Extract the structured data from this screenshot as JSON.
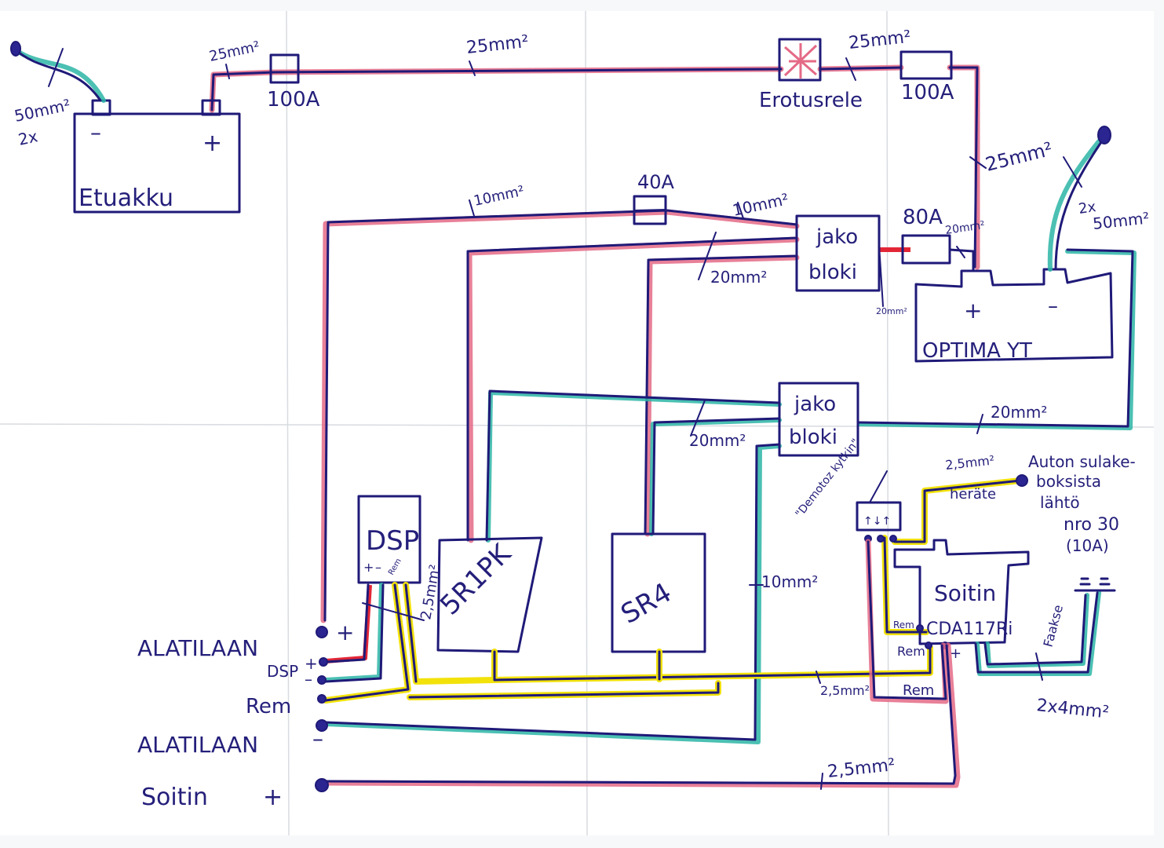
{
  "diagram": {
    "title": "Car audio wiring diagram (hand-drawn)",
    "components": {
      "front_battery": {
        "label": "Etuakku",
        "pos": "+",
        "neg": "–",
        "ground_cable": "50mm²",
        "ground_count": "2x"
      },
      "optima_battery": {
        "label": "OPTIMA YT",
        "pos": "+",
        "neg": "–",
        "ground_cable_count": "2x",
        "ground_cable": "50mm²"
      },
      "isolator_relay": {
        "label": "Erotusrele"
      },
      "fuse_front": {
        "label": "100A"
      },
      "fuse_rear": {
        "label": "100A"
      },
      "fuse_40": {
        "label": "40A"
      },
      "fuse_80": {
        "label": "80A"
      },
      "jako_blok_pos": {
        "line1": "jako",
        "line2": "bloki"
      },
      "jako_blok_neg": {
        "line1": "jako",
        "line2": "bloki"
      },
      "dsp": {
        "label": "DSP",
        "pin_pos": "+",
        "pin_neg": "–",
        "pin_rem": "Rem",
        "cable": "2,5mm²"
      },
      "amp1": {
        "label": "5R1PK"
      },
      "amp2": {
        "label": "SR4"
      },
      "head_unit": {
        "line1": "Soitin",
        "line2": "CDA117Ri",
        "rem_in": "Rem",
        "rem_out": "Rem",
        "pos": "+"
      },
      "demo_switch": {
        "label": "\"Demotoz kytkin\""
      },
      "fuse_box_source": {
        "line1": "Auton sulake-",
        "line2": "boksista",
        "line3": "lähtö",
        "line4": "nro 30",
        "line5": "(10A)"
      },
      "grounds": {
        "label": "Faakse",
        "cable": "2x4mm²"
      }
    },
    "wire_labels": {
      "w1": "25mm²",
      "w2": "25mm²",
      "w3": "25mm²",
      "w4": "25mm²",
      "w5": "10mm²",
      "w6": "10mm²",
      "w7": "20mm²",
      "w8": "20mm²",
      "w9": "20mm²",
      "w10": "20mm²",
      "w11": "20mm²",
      "w12": "10mm²",
      "w13": "2,5mm²",
      "w14": "2,5mm²",
      "w15": "2,5mm²",
      "herate": "heräte",
      "rem_loop": "Rem"
    },
    "terminals": {
      "alatilaan_pos": "ALATILAAN",
      "alatilaan_pos_sign": "+",
      "dsp_label": "DSP",
      "dsp_pos_sign": "+",
      "dsp_neg_sign": "–",
      "rem": "Rem",
      "alatilaan_neg": "ALATILAAN",
      "alatilaan_neg_sign": "–",
      "soitin": "Soitin",
      "soitin_sign": "+"
    }
  },
  "colors": {
    "ink": "#1f1a78",
    "positive": "#e46a86",
    "ground": "#2bb5a6",
    "remote": "#f2e20a",
    "paper": "#ffffff"
  }
}
